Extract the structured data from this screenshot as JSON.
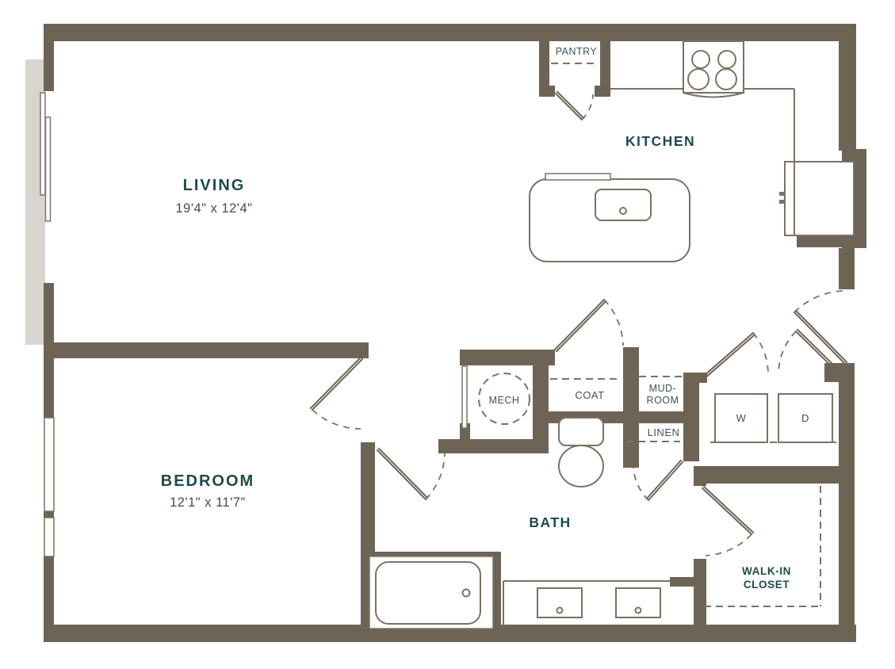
{
  "title": "One-bedroom apartment floor plan",
  "colors": {
    "wall": "#6E6455",
    "fixture_line": "#7A7265",
    "room_title_teal": "#1C4B4C",
    "label_slate": "#3E525B",
    "dimension_text": "#3C4E52",
    "patio_strip": "#D8D5CF",
    "background": "#FFFFFF"
  },
  "rooms": {
    "living": {
      "label": "LIVING",
      "dims": "19'4\" x 12'4\""
    },
    "kitchen": {
      "label": "KITCHEN"
    },
    "bedroom": {
      "label": "BEDROOM",
      "dims": "12'1\" x 11'7\""
    },
    "bath": {
      "label": "BATH"
    },
    "walk_in_closet": {
      "line1": "WALK-IN",
      "line2": "CLOSET"
    },
    "pantry": {
      "label": "PANTRY"
    },
    "mech": {
      "label": "MECH"
    },
    "coat": {
      "label": "COAT"
    },
    "mud_room": {
      "line1": "MUD-",
      "line2": "ROOM"
    },
    "linen": {
      "label": "LINEN"
    },
    "washer": {
      "label": "W"
    },
    "dryer": {
      "label": "D"
    }
  }
}
